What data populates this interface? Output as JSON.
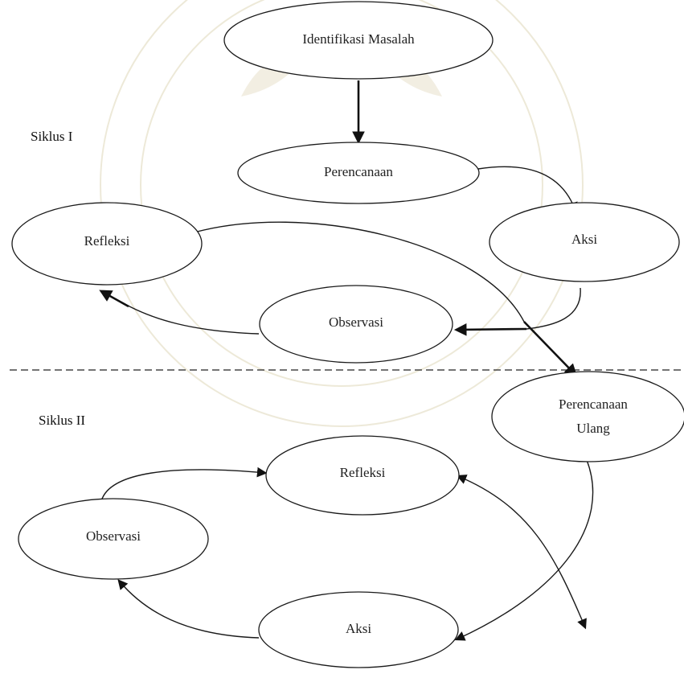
{
  "cycles": {
    "cycle1": "Siklus I",
    "cycle2": "Siklus II"
  },
  "nodes": {
    "identifikasi": "Identifikasi Masalah",
    "perencanaan": "Perencanaan",
    "refleksi1": "Refleksi",
    "aksi1": "Aksi",
    "observasi1": "Observasi",
    "perencanaan_ulang_line1": "Perencanaan",
    "perencanaan_ulang_line2": "Ulang",
    "refleksi2": "Refleksi",
    "observasi2": "Observasi",
    "aksi2": "Aksi"
  },
  "colors": {
    "stroke": "#1a1a1a",
    "watermark": "#e9e4cf"
  }
}
